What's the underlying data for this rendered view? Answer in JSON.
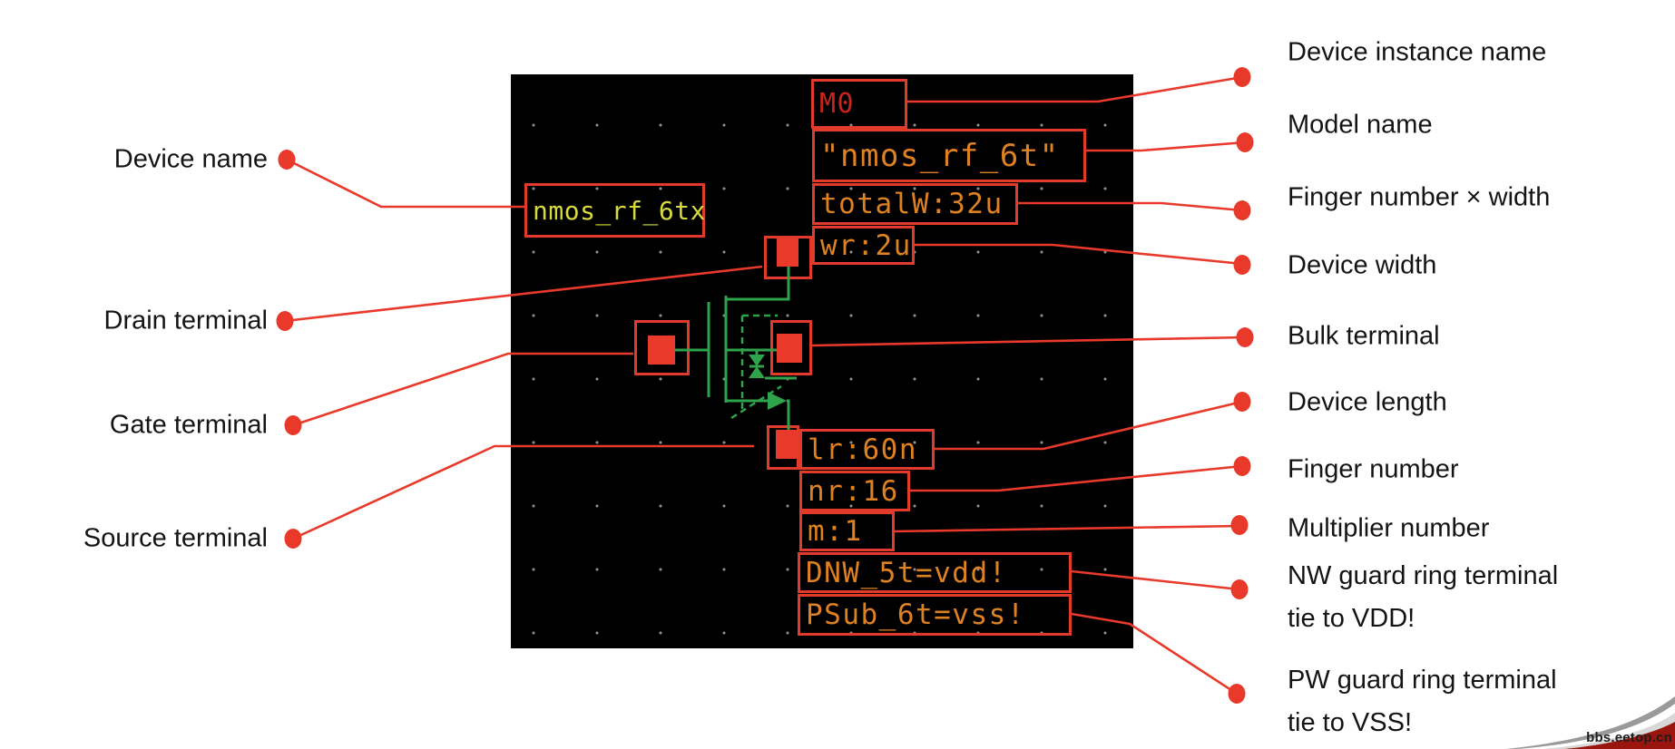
{
  "page": {
    "watermark": "bbs.eetop.cn"
  },
  "canvas": {
    "background": "#000000",
    "labels": {
      "instance_name": "M0",
      "model_name": "\"nmos_rf_6t\"",
      "finger_width_product": "totalW:32u",
      "device_width": "wr:2u",
      "device_name": "nmos_rf_6tx",
      "device_length": "lr:60n",
      "finger_number": "nr:16",
      "multiplier": "m:1",
      "nw_guard_ring": "DNW_5t=vdd!",
      "pw_guard_ring": "PSub_6t=vss!"
    }
  },
  "colors": {
    "callout_red": "#e8392b",
    "box_red": "#e23b2b",
    "instance_text_red": "#c9241b",
    "param_text_orange": "#dd8122",
    "device_name_yellow": "#d8db3d",
    "symbol_green": "#2fa34c",
    "canvas_black": "#000000"
  },
  "left_annotations": [
    {
      "text": "Device name"
    },
    {
      "text": "Drain terminal"
    },
    {
      "text": "Gate terminal"
    },
    {
      "text": "Source terminal"
    }
  ],
  "right_annotations": [
    {
      "text": "Device instance name"
    },
    {
      "text": "Model name"
    },
    {
      "text": "Finger number × width"
    },
    {
      "text": "Device width"
    },
    {
      "text": "Bulk terminal"
    },
    {
      "text": "Device length"
    },
    {
      "text": "Finger number"
    },
    {
      "text": "Multiplier number"
    },
    {
      "text": "NW guard ring terminal\ntie to VDD!"
    },
    {
      "text": "PW guard ring terminal\ntie to VSS!"
    }
  ]
}
